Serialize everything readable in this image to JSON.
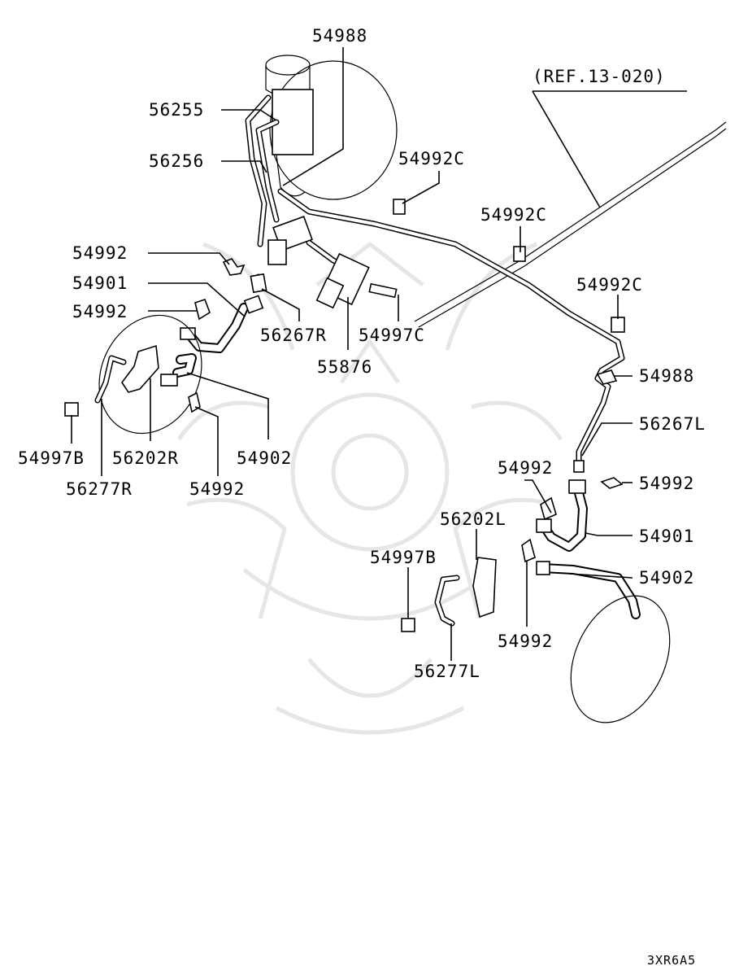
{
  "labels": {
    "l54988_top": "54988",
    "l56255": "56255",
    "l56256": "56256",
    "l54992C_1": "54992C",
    "l54992C_2": "54992C",
    "l54992C_3": "54992C",
    "ref": "(REF.13-020)",
    "l54992_a": "54992",
    "l54901_r": "54901",
    "l54992_b": "54992",
    "l56267R": "56267R",
    "l54997C": "54997C",
    "l55876": "55876",
    "l54988_right": "54988",
    "l56267L": "56267L",
    "l54997B_l": "54997B",
    "l56202R": "56202R",
    "l54902_l": "54902",
    "l56277R": "56277R",
    "l54992_c": "54992",
    "l54992_d": "54992",
    "l54992_e": "54992",
    "l56202L": "56202L",
    "l54901_l": "54901",
    "l54997B_r": "54997B",
    "l54902_r": "54902",
    "l54992_f": "54992",
    "l56277L": "56277L",
    "diagram_code": "3XR6A5"
  }
}
